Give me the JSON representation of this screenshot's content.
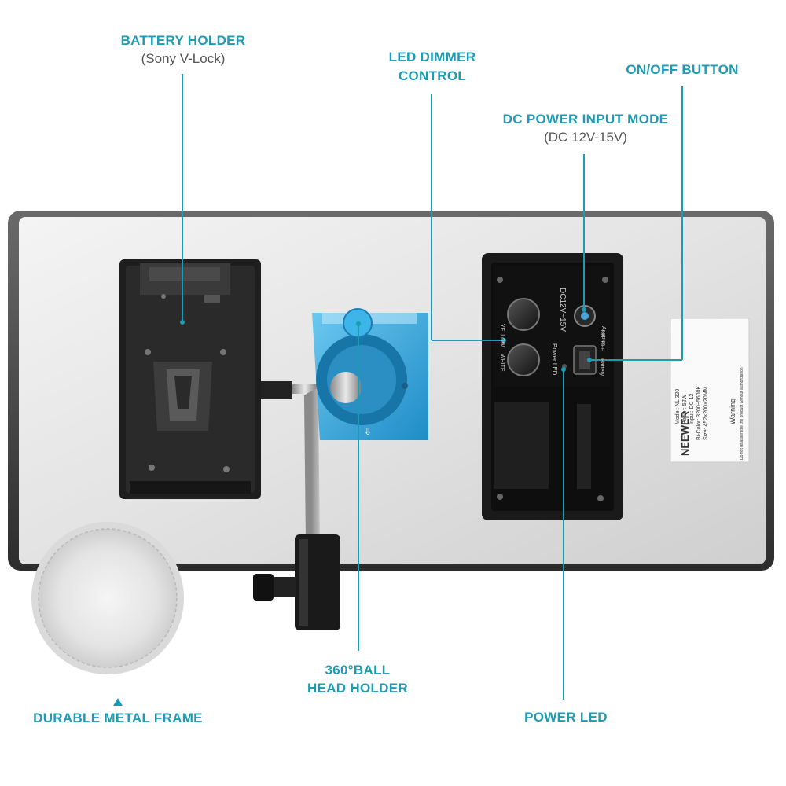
{
  "colors": {
    "accent": "#1c9bb4",
    "mount_blue": "#3aa9d8"
  },
  "labels": {
    "battery": {
      "title": "BATTERY HOLDER",
      "sub": "(Sony V-Lock)"
    },
    "dimmer": {
      "line1": "LED DIMMER",
      "line2": "CONTROL"
    },
    "onoff": "ON/OFF BUTTON",
    "dc": {
      "title": "DC POWER INPUT MODE",
      "sub": "(DC 12V-15V)"
    },
    "ball": {
      "line1": "360°BALL",
      "line2": "HEAD HOLDER"
    },
    "frame": "DURABLE METAL FRAME",
    "power_led": "POWER LED"
  },
  "panel_text": {
    "yellow": "YELLOW",
    "white": "WHITE",
    "voltage": "DC12V~15V",
    "power_led": "Power  LED",
    "battery": "Battery",
    "on": "ON",
    "off": "OFF",
    "adapter": "Adapter"
  },
  "sticker": {
    "brand": "NEEWER",
    "lines": [
      "Model: NL 320",
      "Power: 52W",
      "Input: DC 12",
      "Bi-Color: 3200~5600K",
      "Size: 452×200×20MM"
    ],
    "warning": "Warning",
    "warning_text": "Do not disassemble the product without authorization"
  }
}
